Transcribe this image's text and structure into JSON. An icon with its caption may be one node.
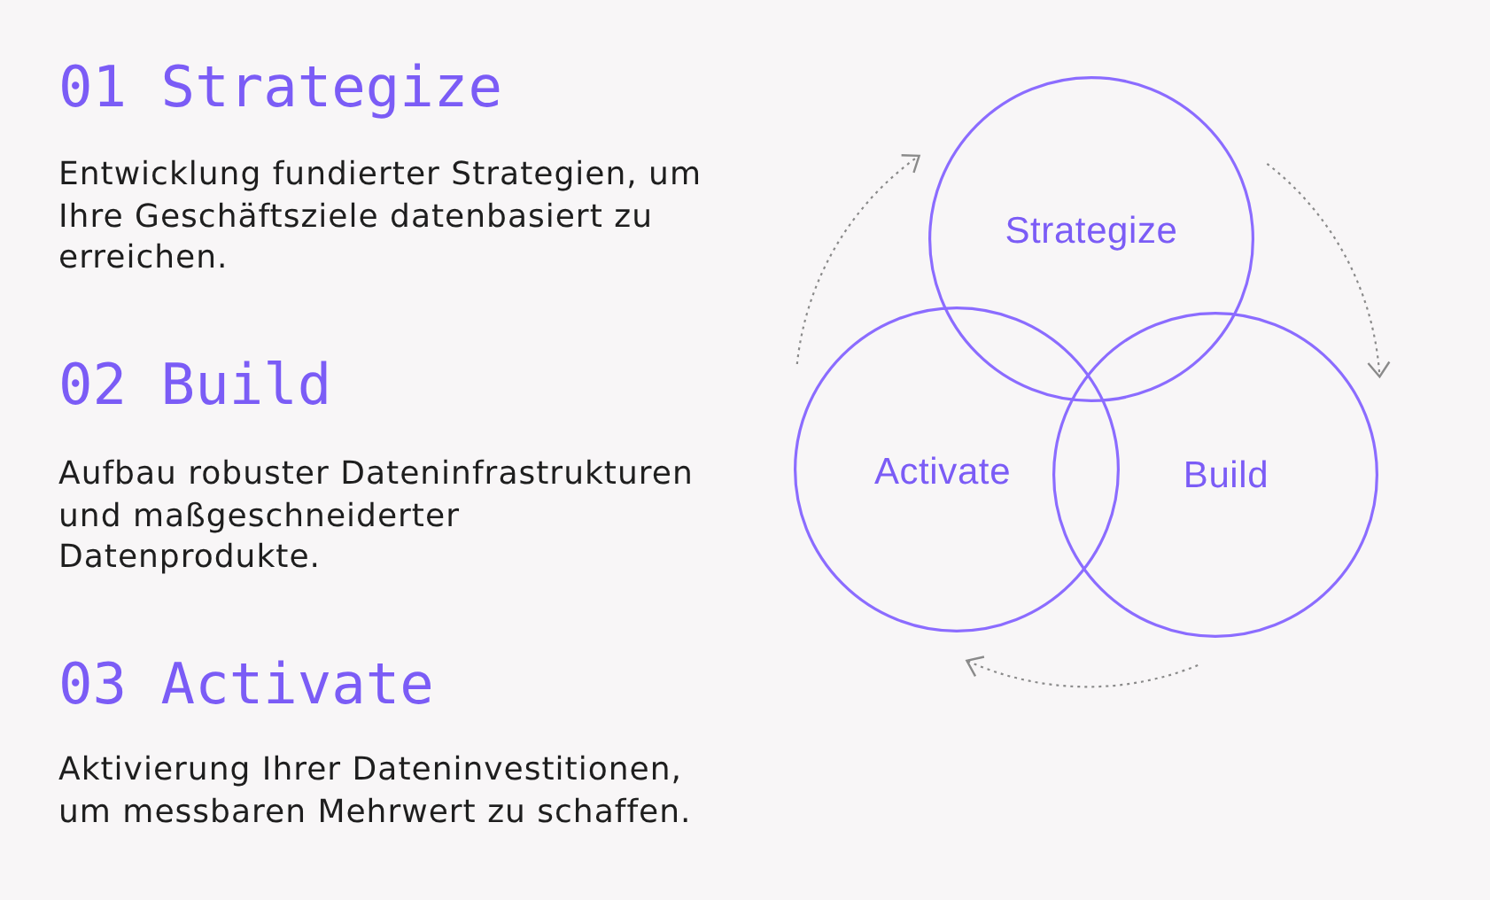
{
  "diagram": {
    "nodes": [
      {
        "text": [
          "Strategize"
        ]
      },
      {
        "text": [
          "Activate"
        ]
      },
      {
        "text": [
          "Build"
        ]
      }
    ],
    "edges": [
      {
        "from": 1,
        "to": 0,
        "arrow": "to",
        "style": "dashed"
      },
      {
        "from": 0,
        "to": 2,
        "arrow": "to",
        "style": "dashed"
      },
      {
        "from": 2,
        "to": 1,
        "arrow": "to",
        "style": "dashed"
      }
    ],
    "labels": [
      "01 Strategize",
      "Entwicklung fundierter Strategien, um Ihre Geschäftsziele datenbasiert zu erreichen.",
      "02 Build",
      "Aufbau robuster Dateninfrastrukturen und maßgeschneiderter Datenprodukte.",
      "03 Activate",
      "Aktivierung Ihrer Dateninvestitionen, um messbaren Mehrwert zu schaffen."
    ]
  }
}
